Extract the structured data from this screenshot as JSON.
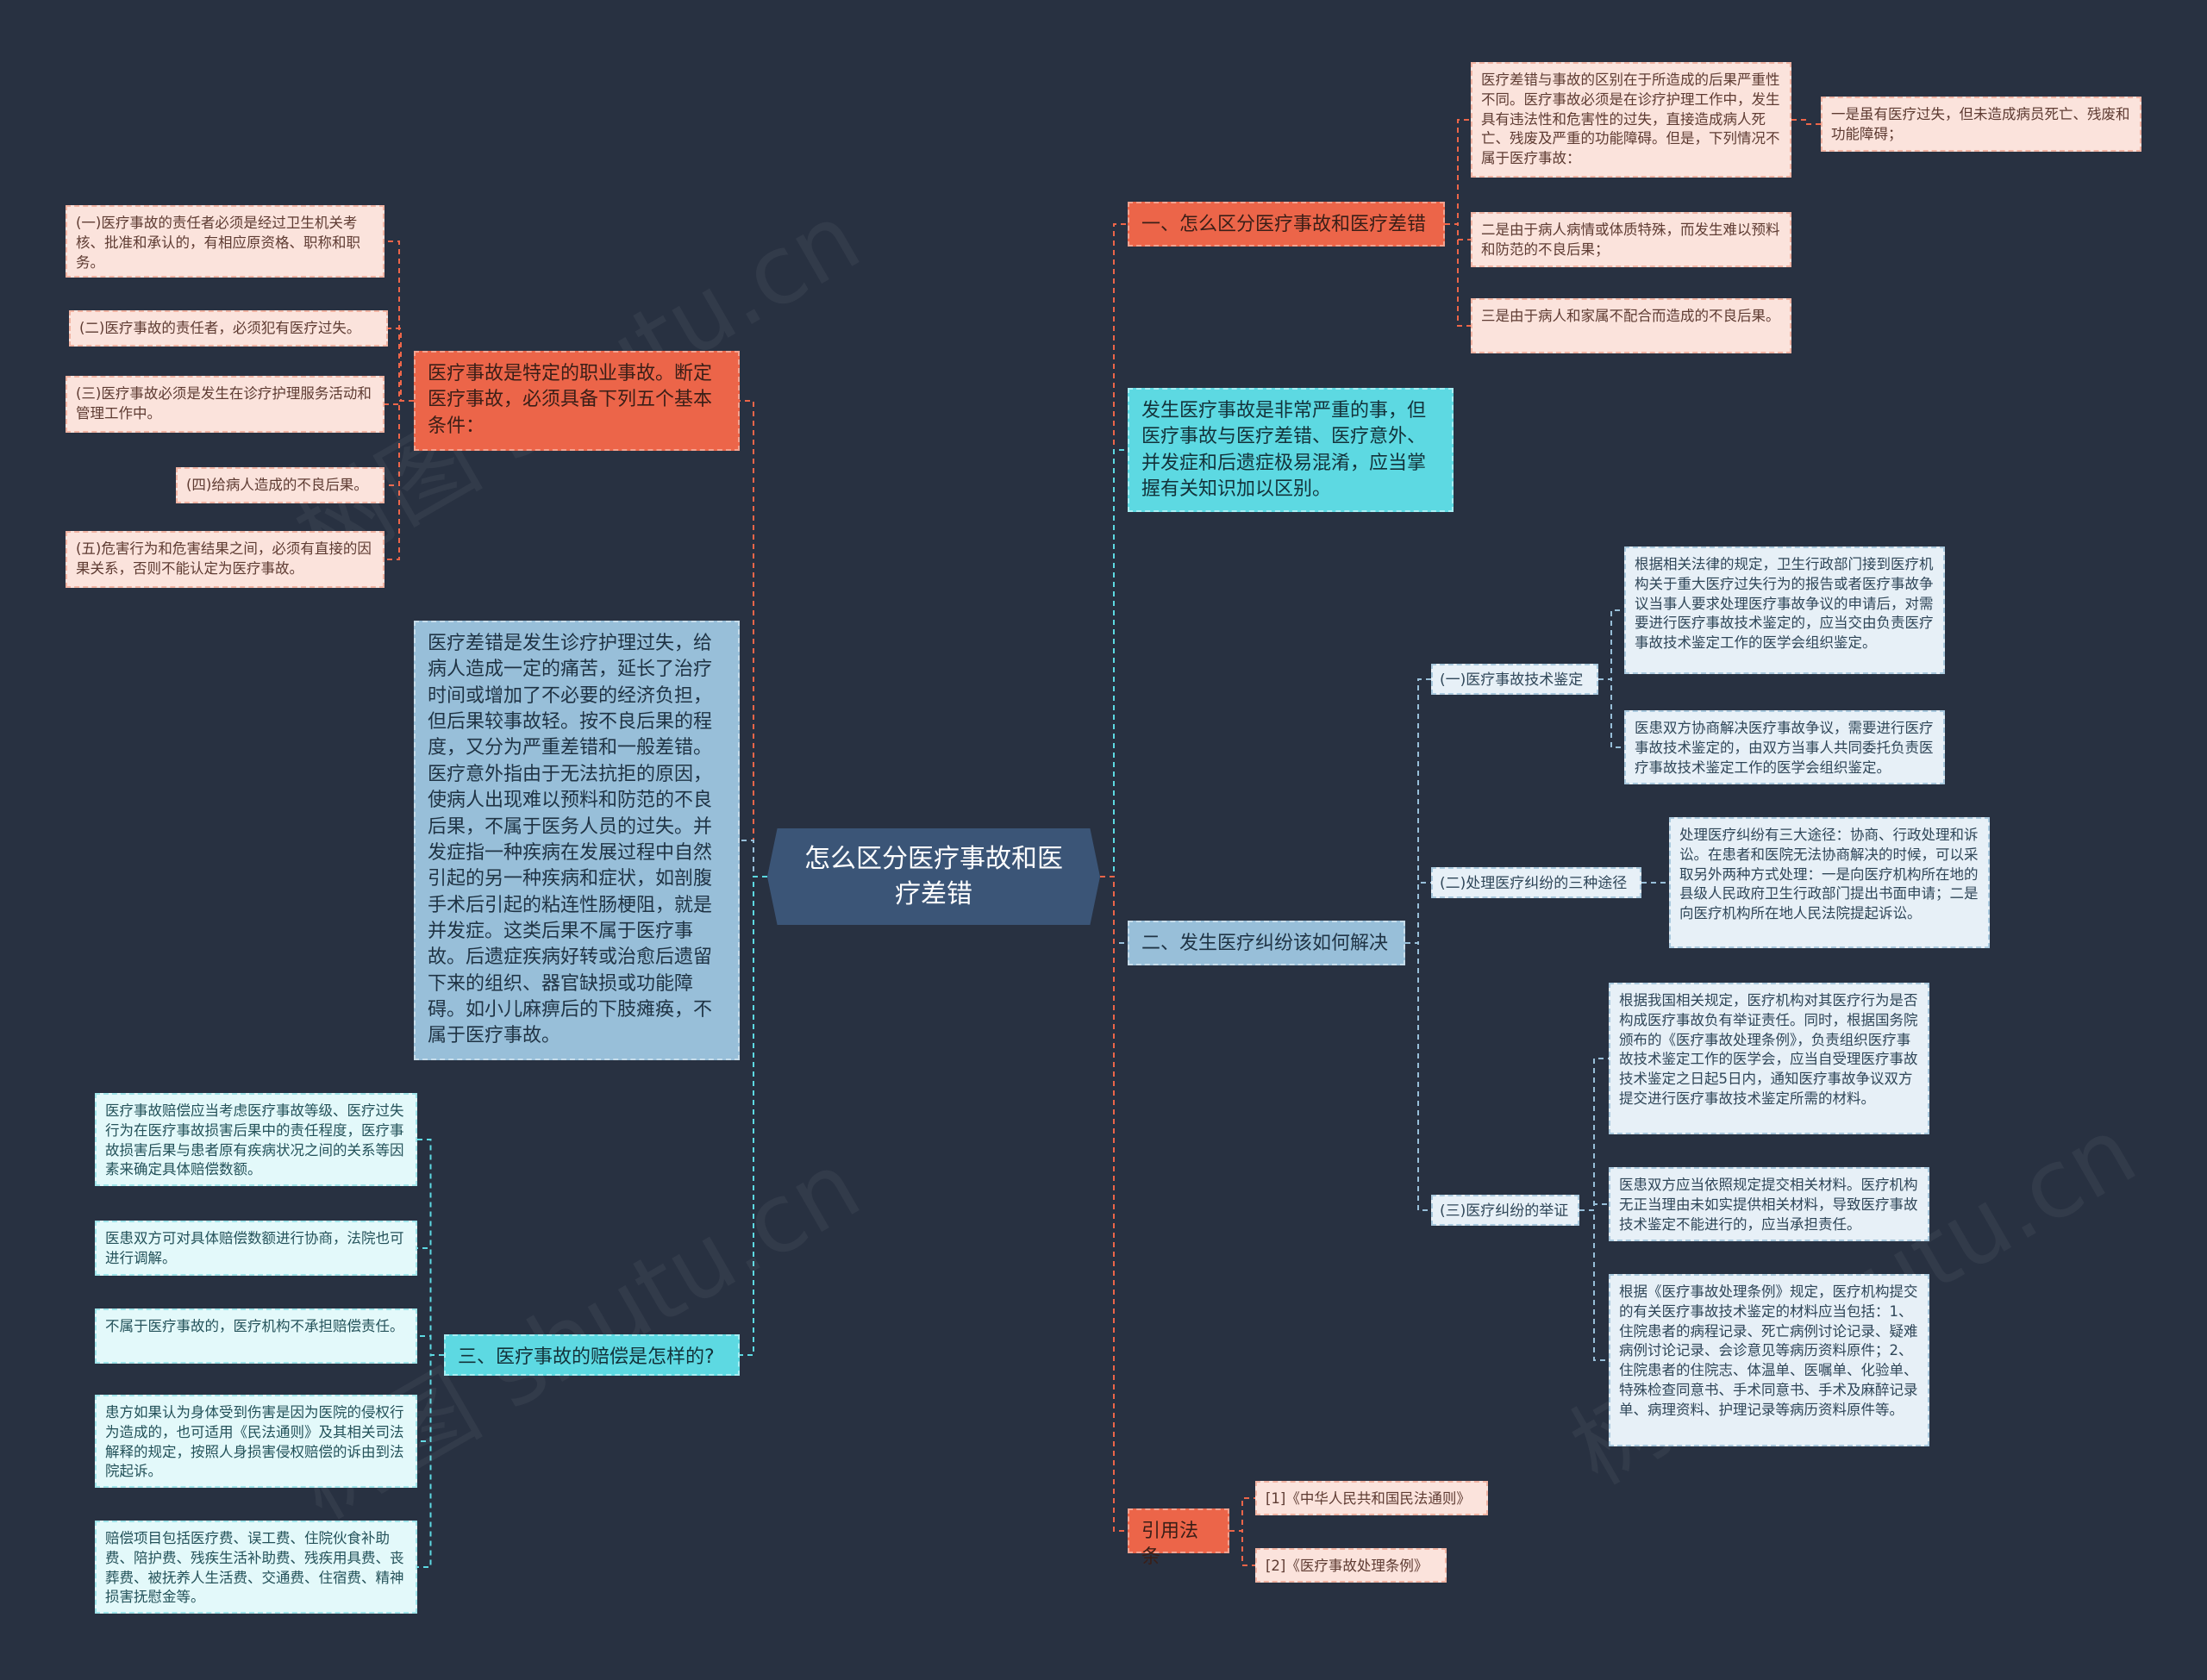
{
  "root": "怎么区分医疗事故和医疗差错",
  "left": {
    "conditions": {
      "title": "医疗事故是特定的职业事故。断定医疗事故，必须具备下列五个基本条件：",
      "items": [
        "(一)医疗事故的责任者必须是经过卫生机关考核、批准和承认的，有相应原资格、职称和职务。",
        "(二)医疗事故的责任者，必须犯有医疗过失。",
        "(三)医疗事故必须是发生在诊疗护理服务活动和管理工作中。",
        "(四)给病人造成的不良后果。",
        "(五)危害行为和危害结果之间，必须有直接的因果关系，否则不能认定为医疗事故。"
      ]
    },
    "error_def": "医疗差错是发生诊疗护理过失，给病人造成一定的痛苦，延长了治疗时间或增加了不必要的经济负担，但后果较事故轻。按不良后果的程度，又分为严重差错和一般差错。医疗意外指由于无法抗拒的原因，使病人出现难以预料和防范的不良后果，不属于医务人员的过失。并发症指一种疾病在发展过程中自然引起的另一种疾病和症状，如剖腹手术后引起的粘连性肠梗阻，就是并发症。这类后果不属于医疗事故。后遗症疾病好转或治愈后遗留下来的组织、器官缺损或功能障碍。如小儿麻痹后的下肢瘫痪，不属于医疗事故。",
    "compensation": {
      "title": "三、医疗事故的赔偿是怎样的?",
      "items": [
        "医疗事故赔偿应当考虑医疗事故等级、医疗过失行为在医疗事故损害后果中的责任程度，医疗事故损害后果与患者原有疾病状况之间的关系等因素来确定具体赔偿数额。",
        "医患双方可对具体赔偿数额进行协商，法院也可进行调解。",
        "不属于医疗事故的，医疗机构不承担赔偿责任。",
        "患方如果认为身体受到伤害是因为医院的侵权行为造成的，也可适用《民法通则》及其相关司法解释的规定，按照人身损害侵权赔偿的诉由到法院起诉。",
        "赔偿项目包括医疗费、误工费、住院伙食补助费、陪护费、残疾生活补助费、残疾用具费、丧葬费、被抚养人生活费、交通费、住宿费、精神损害抚慰金等。"
      ]
    }
  },
  "right": {
    "distinguish": {
      "title": "一、怎么区分医疗事故和医疗差错",
      "items": [
        "医疗差错与事故的区别在于所造成的后果严重性不同。医疗事故必须是在诊疗护理工作中，发生具有违法性和危害性的过失，直接造成病人死亡、残废及严重的功能障碍。但是，下列情况不属于医疗事故：",
        "二是由于病人病情或体质特殊，而发生难以预料和防范的不良后果；",
        "三是由于病人和家属不配合而造成的不良后果。"
      ],
      "sub": "一是虽有医疗过失，但未造成病员死亡、残废和功能障碍；"
    },
    "intro": "发生医疗事故是非常严重的事，但医疗事故与医疗差错、医疗意外、并发症和后遗症极易混淆，应当掌握有关知识加以区别。",
    "dispute": {
      "title": "二、发生医疗纠纷该如何解决",
      "subs": [
        {
          "label": "(一)医疗事故技术鉴定",
          "items": [
            "根据相关法律的规定，卫生行政部门接到医疗机构关于重大医疗过失行为的报告或者医疗事故争议当事人要求处理医疗事故争议的申请后，对需要进行医疗事故技术鉴定的，应当交由负责医疗事故技术鉴定工作的医学会组织鉴定。",
            "医患双方协商解决医疗事故争议，需要进行医疗事故技术鉴定的，由双方当事人共同委托负责医疗事故技术鉴定工作的医学会组织鉴定。"
          ]
        },
        {
          "label": "(二)处理医疗纠纷的三种途径",
          "items": [
            "处理医疗纠纷有三大途径：协商、行政处理和诉讼。在患者和医院无法协商解决的时候，可以采取另外两种方式处理：一是向医疗机构所在地的县级人民政府卫生行政部门提出书面申请；二是向医疗机构所在地人民法院提起诉讼。"
          ]
        },
        {
          "label": "(三)医疗纠纷的举证",
          "items": [
            "根据我国相关规定，医疗机构对其医疗行为是否构成医疗事故负有举证责任。同时，根据国务院颁布的《医疗事故处理条例》，负责组织医疗事故技术鉴定工作的医学会，应当自受理医疗事故技术鉴定之日起5日内，通知医疗事故争议双方提交进行医疗事故技术鉴定所需的材料。",
            "医患双方应当依照规定提交相关材料。医疗机构无正当理由未如实提供相关材料，导致医疗事故技术鉴定不能进行的，应当承担责任。",
            "根据《医疗事故处理条例》规定，医疗机构提交的有关医疗事故技术鉴定的材料应当包括：1、住院患者的病程记录、死亡病例讨论记录、疑难病例讨论记录、会诊意见等病历资料原件；2、住院患者的住院志、体温单、医嘱单、化验单、特殊检查同意书、手术同意书、手术及麻醉记录单、病理资料、护理记录等病历资料原件等。"
          ]
        }
      ]
    },
    "laws": {
      "title": "引用法条",
      "items": [
        "[1]《中华人民共和国民法通则》",
        "[2]《医疗事故处理条例》"
      ]
    }
  },
  "colors": {
    "background": "#283141",
    "red": "#ec6549",
    "cyan": "#5dd9e2",
    "blue": "#98bfd9",
    "root": "#3b5577"
  }
}
